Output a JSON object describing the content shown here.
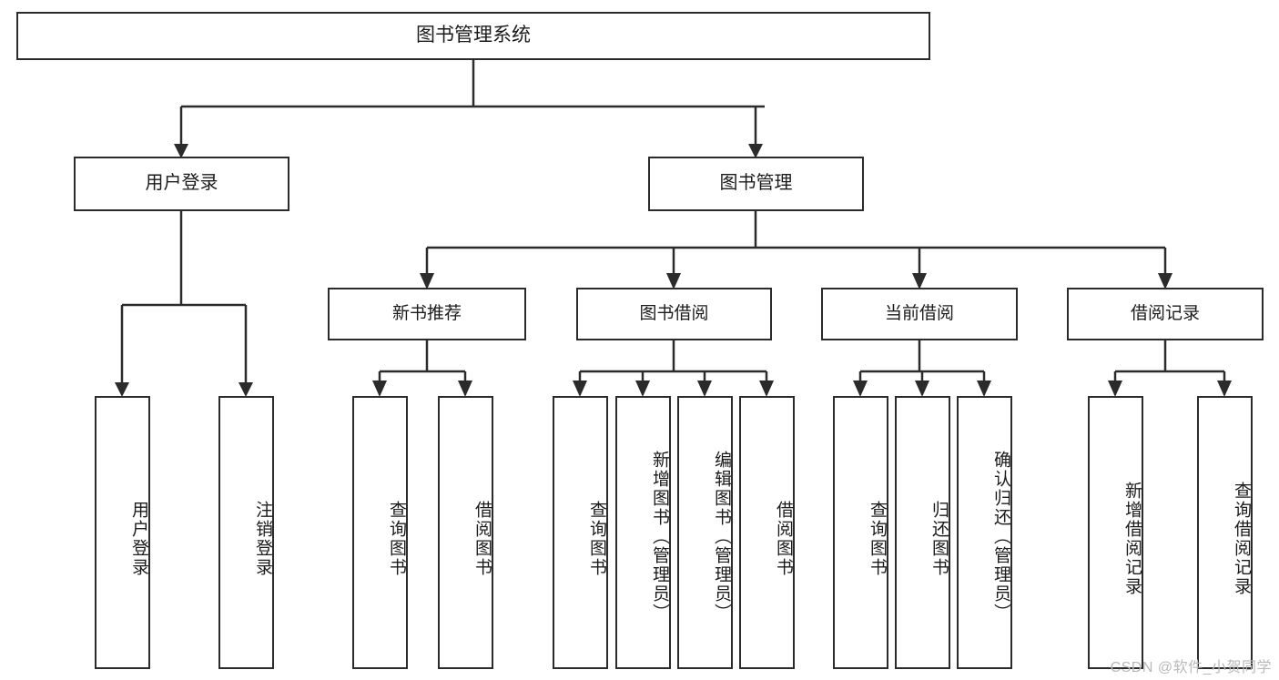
{
  "diagram": {
    "type": "tree-hierarchy-diagram",
    "title": "图书管理系统",
    "watermark": "CSDN @软件_小贺同学",
    "colors": {
      "stroke": "#2b2b2b",
      "fill": "#ffffff",
      "text": "#1b1b1b",
      "watermark": "#b9b9b9"
    },
    "nodes": {
      "root": {
        "label": "图书管理系统"
      },
      "level2": [
        {
          "id": "user-login",
          "label": "用户登录"
        },
        {
          "id": "book-management",
          "label": "图书管理"
        }
      ],
      "level3": [
        {
          "id": "new-book-recommend",
          "label": "新书推荐"
        },
        {
          "id": "book-borrow",
          "label": "图书借阅"
        },
        {
          "id": "current-borrow",
          "label": "当前借阅"
        },
        {
          "id": "borrow-record",
          "label": "借阅记录"
        }
      ],
      "leaves": {
        "user_login": [
          {
            "id": "login",
            "label": "用户登录"
          },
          {
            "id": "logout",
            "label": "注销登录"
          }
        ],
        "new_book_recommend": [
          {
            "id": "query-book-1",
            "label": "查询图书"
          },
          {
            "id": "borrow-book-1",
            "label": "借阅图书"
          }
        ],
        "book_borrow": [
          {
            "id": "query-book-2",
            "label": "查询图书"
          },
          {
            "id": "add-book",
            "label": "新增图书（管理员）"
          },
          {
            "id": "edit-book",
            "label": "编辑图书（管理员）"
          },
          {
            "id": "borrow-book-2",
            "label": "借阅图书"
          }
        ],
        "current_borrow": [
          {
            "id": "query-book-3",
            "label": "查询图书"
          },
          {
            "id": "return-book",
            "label": "归还图书"
          },
          {
            "id": "confirm-return",
            "label": "确认归还（管理员）"
          }
        ],
        "borrow_record": [
          {
            "id": "add-record",
            "label": "新增借阅记录"
          },
          {
            "id": "query-record",
            "label": "查询借阅记录"
          }
        ]
      }
    }
  }
}
